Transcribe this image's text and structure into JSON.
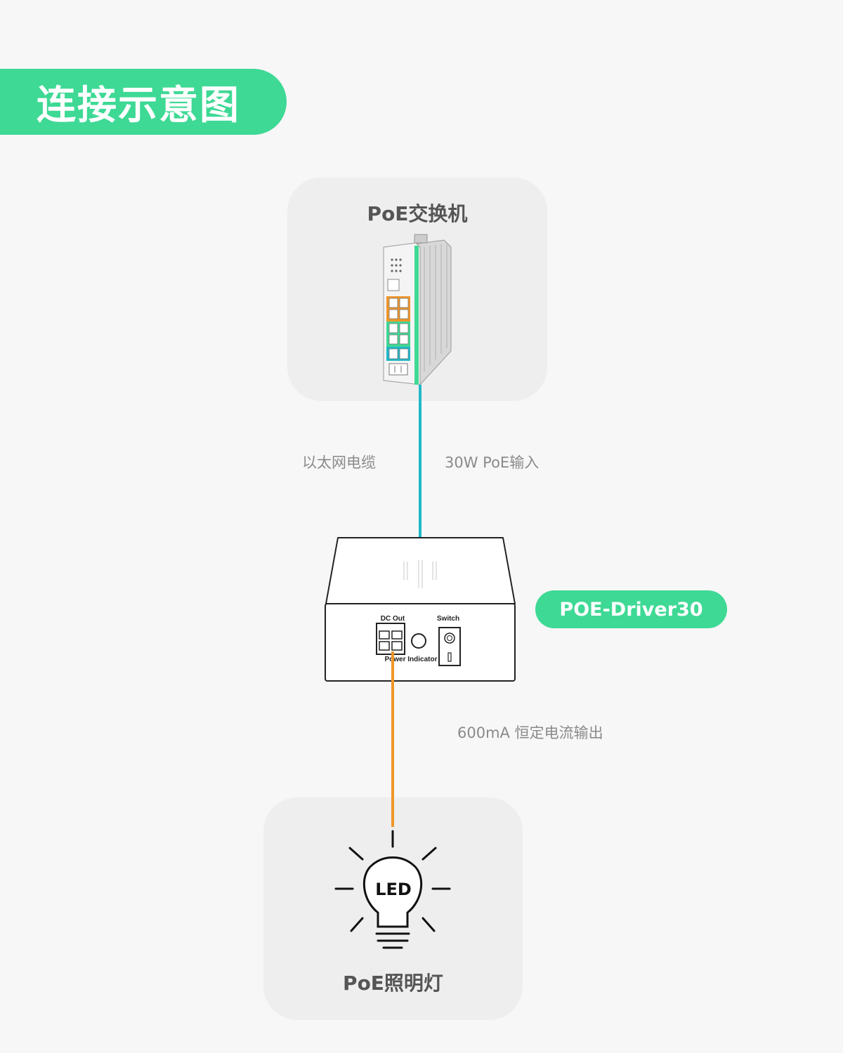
{
  "header": {
    "title": "连接示意图"
  },
  "switch_card": {
    "title": "PoE交换机"
  },
  "cable": {
    "left_label": "以太网电缆",
    "right_label": "30W PoE输入"
  },
  "driver": {
    "model": "POE-Driver30",
    "dc_out_label": "DC Out",
    "switch_label": "Switch",
    "indicator_label": "Power Indicator"
  },
  "output": {
    "label": "600mA 恒定电流输出"
  },
  "led_card": {
    "title": "PoE照明灯",
    "bulb_text": "LED"
  },
  "colors": {
    "accent": "#3ed995",
    "ethernet_cable": "#1fb8c9",
    "dc_cable": "#f0962a"
  }
}
